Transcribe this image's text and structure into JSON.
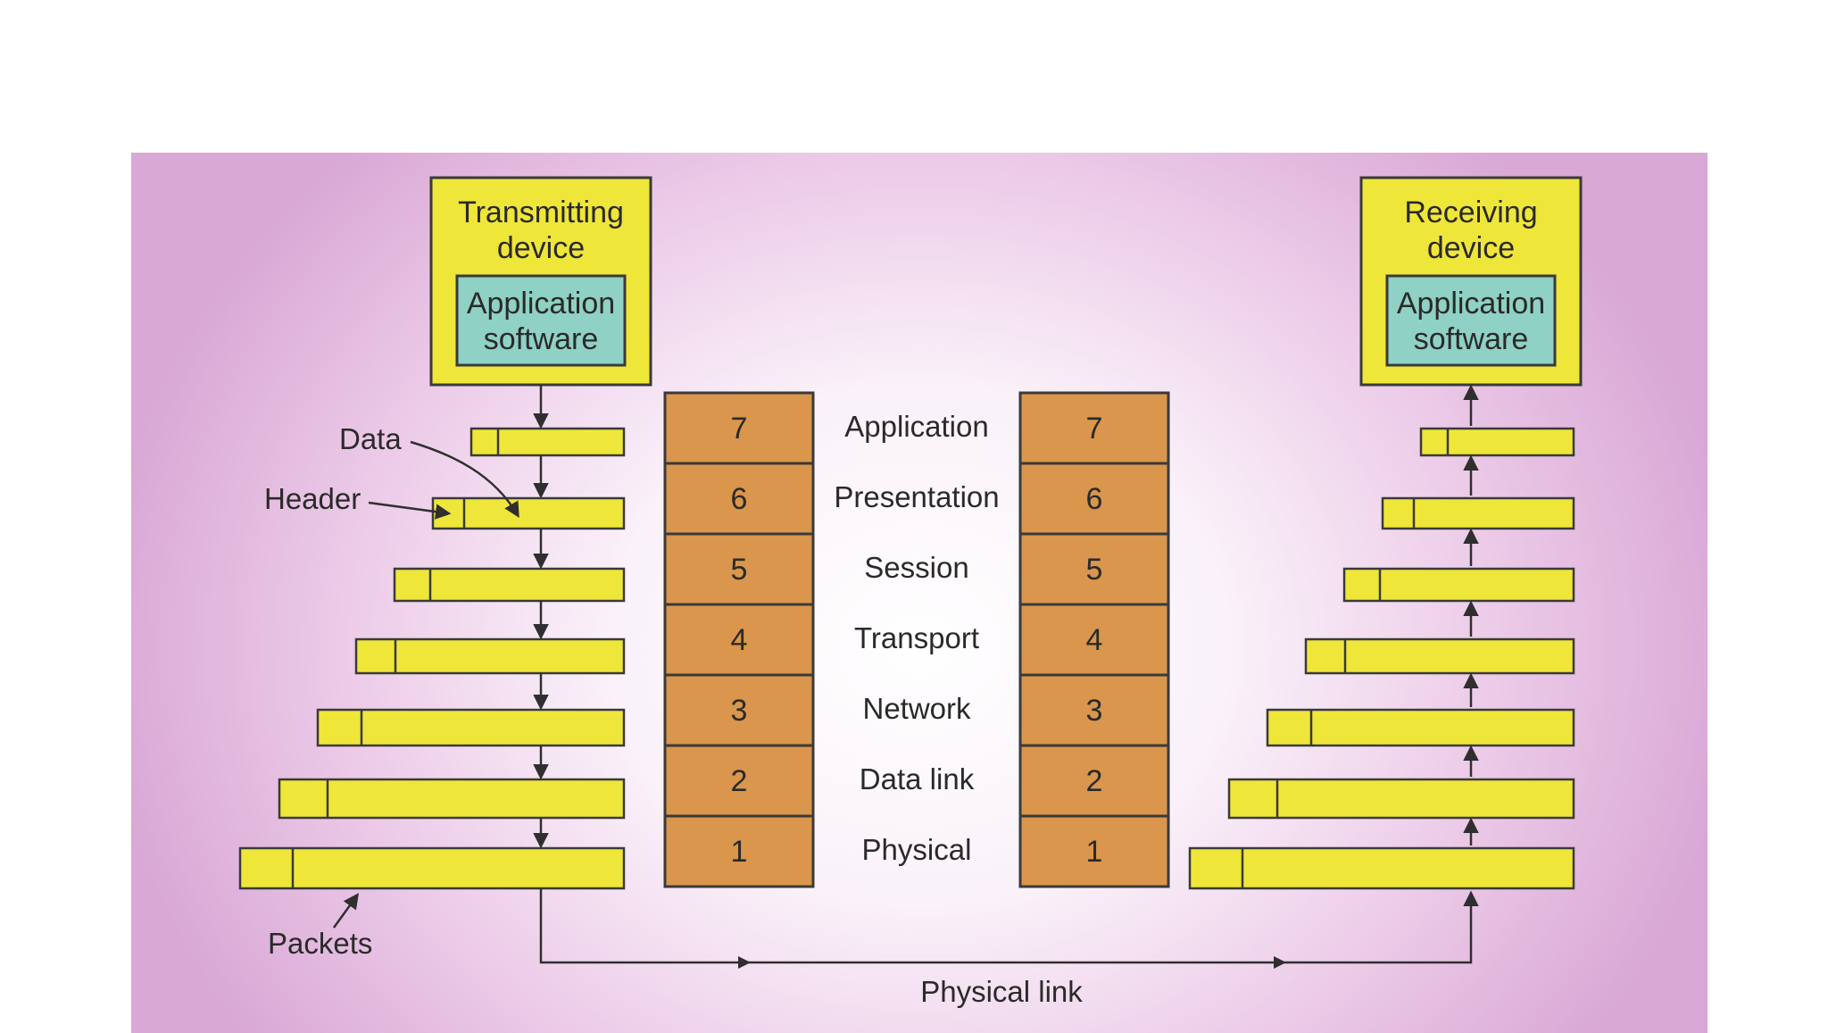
{
  "transmitting": {
    "title_line1": "Transmitting",
    "title_line2": "device",
    "app_line1": "Application",
    "app_line2": "software"
  },
  "receiving": {
    "title_line1": "Receiving",
    "title_line2": "device",
    "app_line1": "Application",
    "app_line2": "software"
  },
  "labels": {
    "data": "Data",
    "header": "Header",
    "packets": "Packets",
    "physical_link": "Physical link"
  },
  "layers": [
    {
      "num": "7",
      "name": "Application"
    },
    {
      "num": "6",
      "name": "Presentation"
    },
    {
      "num": "5",
      "name": "Session"
    },
    {
      "num": "4",
      "name": "Transport"
    },
    {
      "num": "3",
      "name": "Network"
    },
    {
      "num": "2",
      "name": "Data link"
    },
    {
      "num": "1",
      "name": "Physical"
    }
  ],
  "colors": {
    "device_fill": "#efe63a",
    "app_fill": "#8fd1c4",
    "layer_fill": "#d9964c",
    "packet_fill": "#efe63a",
    "line": "#2f2f2f"
  }
}
